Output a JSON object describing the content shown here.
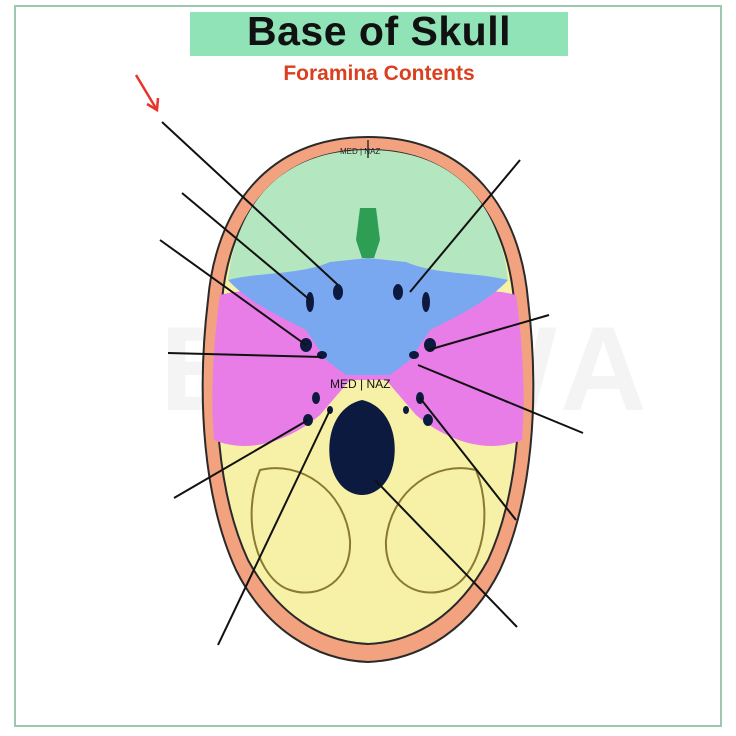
{
  "header": {
    "title": "Base of Skull",
    "subtitle": "Foramina Contents"
  },
  "labels": {
    "upper_midline": "MED | NAZ",
    "lower_midline": "MED | NAZ"
  },
  "watermark": "EDUWA",
  "colors": {
    "title_highlight": "#8fe3b6",
    "subtitle": "#d9401f",
    "arrow": "#e8342a",
    "anterior_fossa": "#b4e6c0",
    "sphenoid": "#7aa8f0",
    "middle_fossa": "#e87de8",
    "posterior_fossa": "#f7f1a8",
    "skull_rim": "#f2a27e",
    "crista_galli": "#2e9e55",
    "foramen": "#0d1a3f"
  }
}
